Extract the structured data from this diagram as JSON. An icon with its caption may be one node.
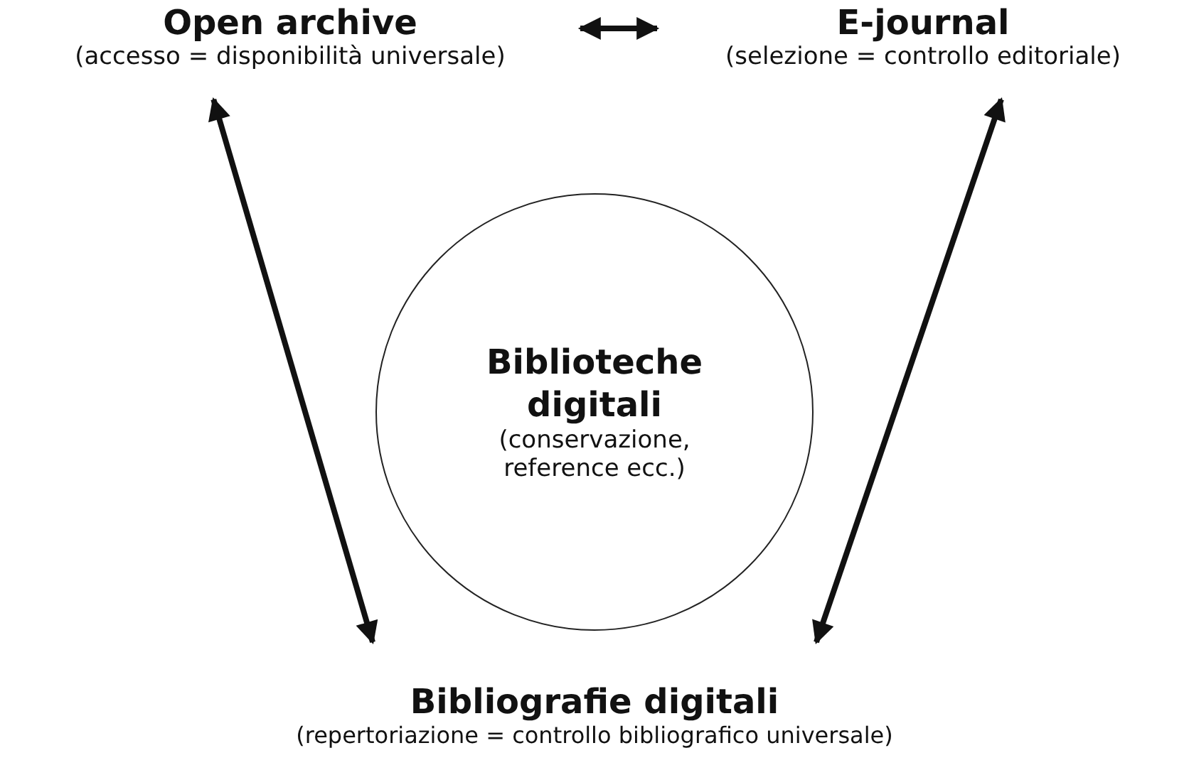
{
  "diagram": {
    "nodes": [
      {
        "text": [
          "Open archive",
          "(accesso = disponibilità universale)"
        ]
      },
      {
        "text": [
          "E-journal",
          "(selezione = controllo editoriale)"
        ]
      },
      {
        "text": [
          "Biblioteche digitali",
          "(conservazione, reference ecc.)"
        ]
      },
      {
        "text": [
          "Bibliografie digitali",
          "(repertoriazione = controllo bibliografico universale)"
        ]
      }
    ],
    "edges": [
      {
        "from": 0,
        "to": 1,
        "arrow": "both"
      },
      {
        "from": 0,
        "to": 3,
        "arrow": "both"
      },
      {
        "from": 1,
        "to": 3,
        "arrow": "both"
      }
    ]
  }
}
